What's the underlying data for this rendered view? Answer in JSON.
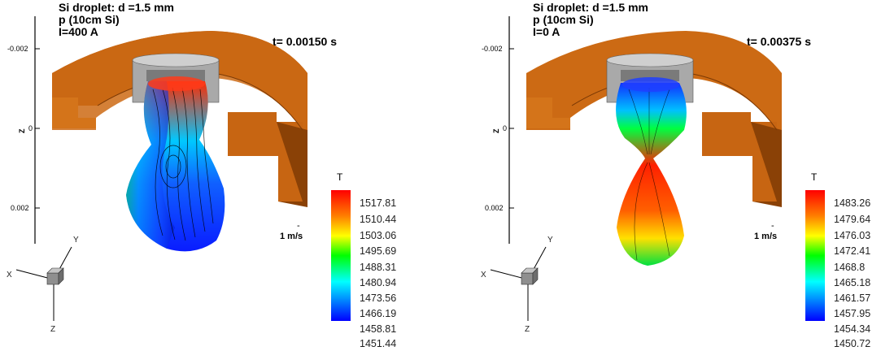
{
  "panels": [
    {
      "title_lines": [
        "Si droplet: d =1.5 mm",
        "p (10cm Si)",
        "I=400 A"
      ],
      "time": "t= 0.00150 s",
      "z_ticks": [
        "-0.002",
        "0",
        "0.002"
      ],
      "z_axis_label": "Z",
      "velocity_ref_mark": "-",
      "velocity_ref": "1 m/s",
      "legend_title": "T",
      "legend_values": [
        "1517.81",
        "1510.44",
        "1503.06",
        "1495.69",
        "1488.31",
        "1480.94",
        "1473.56",
        "1466.19",
        "1458.81",
        "1451.44"
      ],
      "triad_labels": [
        "X",
        "Y",
        "Z"
      ]
    },
    {
      "title_lines": [
        "Si droplet: d =1.5 mm",
        "p (10cm Si)",
        "I=0 A"
      ],
      "time": "t= 0.00375 s",
      "z_ticks": [
        "-0.002",
        "0",
        "0.002"
      ],
      "z_axis_label": "Z",
      "velocity_ref_mark": "-",
      "velocity_ref": "1 m/s",
      "legend_title": "T",
      "legend_values": [
        "1483.26",
        "1479.64",
        "1476.03",
        "1472.41",
        "1468.8",
        "1465.18",
        "1461.57",
        "1457.95",
        "1454.34",
        "1450.72"
      ],
      "triad_labels": [
        "X",
        "Y",
        "Z"
      ]
    }
  ],
  "colors": {
    "coil": "#cc6a14",
    "coil_dark": "#8a4106",
    "nozzle": "#a9a9a9",
    "legend_top": "#ff0000",
    "legend_bottom": "#0000ff"
  }
}
